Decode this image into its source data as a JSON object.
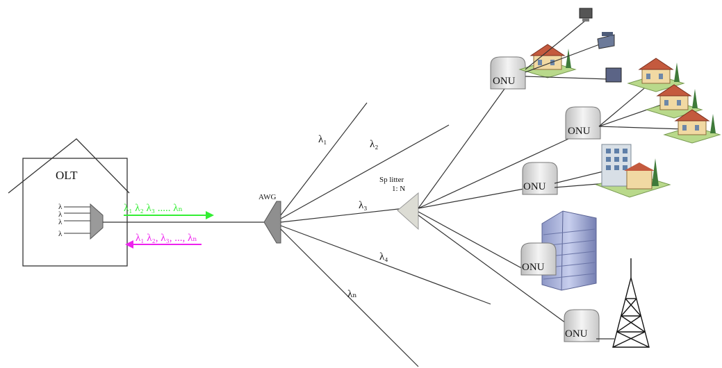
{
  "olt": {
    "label": "OLT",
    "port_labels": [
      "λ",
      "λ",
      "λ",
      "λ"
    ]
  },
  "awg": {
    "label": "AWG"
  },
  "splitter": {
    "label_line1": "Sp litter",
    "label_line2": "1: N"
  },
  "downstream": {
    "text": "λ₁ λ₂ λ₃ ..... λₙ",
    "color": "#33ee33"
  },
  "upstream": {
    "text": "λ₁ λ₂, λ₃, ..., λₙ",
    "color": "#ee22ee"
  },
  "fibers": {
    "l1": "λ₁",
    "l2": "λ₂",
    "l3": "λ₃",
    "l4": "λ₄",
    "ln": "λₙ"
  },
  "onus": {
    "label": "ONU"
  },
  "colors": {
    "line": "#333333",
    "onu_fill": "#e3e3e3",
    "roof": "#c45a3e",
    "wall": "#f1d9a3",
    "ground": "#b9d98b"
  }
}
